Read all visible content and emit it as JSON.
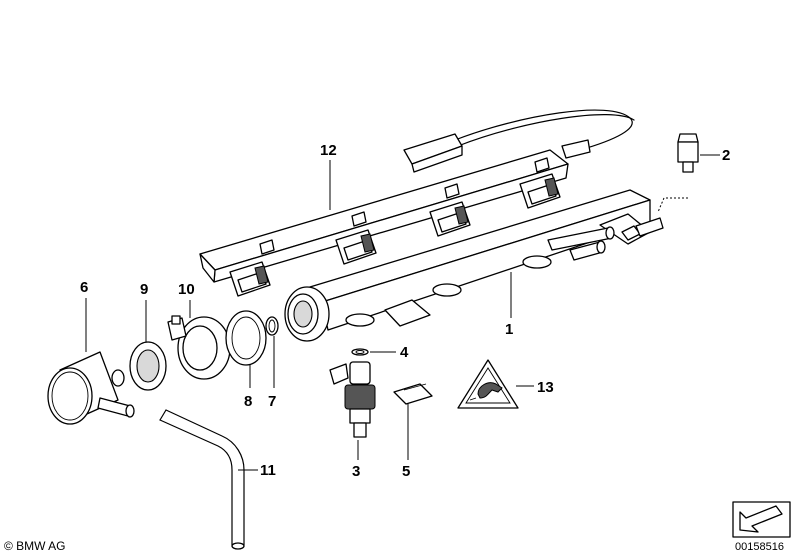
{
  "callouts": {
    "c1": "1",
    "c2": "2",
    "c3": "3",
    "c4": "4",
    "c5": "5",
    "c6": "6",
    "c7": "7",
    "c8": "8",
    "c9": "9",
    "c10": "10",
    "c11": "11",
    "c12": "12",
    "c13": "13"
  },
  "footer": {
    "copyright": "© BMW AG",
    "doc_number": "00158516"
  },
  "icons": {
    "warning": "rodent-warning-triangle-icon",
    "nav": "arrow-nav-icon"
  }
}
